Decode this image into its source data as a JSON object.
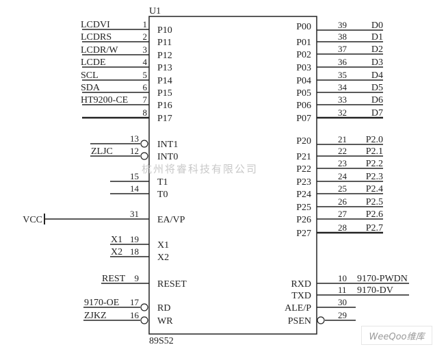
{
  "chip": {
    "ref": "U1",
    "part": "89S52"
  },
  "left_top_pins": [
    {
      "name": "P10",
      "num": "1",
      "net": "LCDVI"
    },
    {
      "name": "P11",
      "num": "2",
      "net": "LCDRS"
    },
    {
      "name": "P12",
      "num": "3",
      "net": "LCDR/W"
    },
    {
      "name": "P13",
      "num": "4",
      "net": "LCDE"
    },
    {
      "name": "P14",
      "num": "5",
      "net": "SCL"
    },
    {
      "name": "P15",
      "num": "6",
      "net": "SDA"
    },
    {
      "name": "P16",
      "num": "7",
      "net": "HT9200-CE"
    },
    {
      "name": "P17",
      "num": "8",
      "net": ""
    }
  ],
  "left_bottom_pins": [
    {
      "name": "INT1",
      "num": "13",
      "net": "",
      "inverted": true
    },
    {
      "name": "INT0",
      "num": "12",
      "net": "ZLJC",
      "inverted": true
    },
    {
      "name": "T1",
      "num": "15",
      "net": ""
    },
    {
      "name": "T0",
      "num": "14",
      "net": ""
    },
    {
      "name": "EA/VP",
      "num": "31",
      "net": "VCC"
    },
    {
      "name": "X1",
      "num": "19",
      "net": "X1"
    },
    {
      "name": "X2",
      "num": "18",
      "net": "X2"
    },
    {
      "name": "RESET",
      "num": "9",
      "net": "REST"
    },
    {
      "name": "RD",
      "num": "17",
      "net": "9170-OE",
      "inverted": true
    },
    {
      "name": "WR",
      "num": "16",
      "net": "ZJKZ",
      "inverted": true
    }
  ],
  "right_port0": [
    {
      "name": "P00",
      "num": "39",
      "net": "D0"
    },
    {
      "name": "P01",
      "num": "38",
      "net": "D1"
    },
    {
      "name": "P02",
      "num": "37",
      "net": "D2"
    },
    {
      "name": "P03",
      "num": "36",
      "net": "D3"
    },
    {
      "name": "P04",
      "num": "35",
      "net": "D4"
    },
    {
      "name": "P05",
      "num": "34",
      "net": "D5"
    },
    {
      "name": "P06",
      "num": "33",
      "net": "D6"
    },
    {
      "name": "P07",
      "num": "32",
      "net": "D7"
    }
  ],
  "right_port2": [
    {
      "name": "P20",
      "num": "21",
      "net": "P2.0"
    },
    {
      "name": "P21",
      "num": "22",
      "net": "P2.1"
    },
    {
      "name": "P22",
      "num": "23",
      "net": "P2.2"
    },
    {
      "name": "P23",
      "num": "24",
      "net": "P2.3"
    },
    {
      "name": "P24",
      "num": "25",
      "net": "P2.4"
    },
    {
      "name": "P25",
      "num": "26",
      "net": "P2.5"
    },
    {
      "name": "P26",
      "num": "27",
      "net": "P2.6"
    },
    {
      "name": "P27",
      "num": "28",
      "net": "P2.7"
    }
  ],
  "right_bottom_pins": [
    {
      "name": "RXD",
      "num": "10",
      "net": "9170-PWDN"
    },
    {
      "name": "TXD",
      "num": "11",
      "net": "9170-DV"
    },
    {
      "name": "ALE/P",
      "num": "30",
      "net": ""
    },
    {
      "name": "PSEN",
      "num": "29",
      "net": "",
      "inverted": true
    }
  ],
  "watermark": "杭州将睿科技有限公司",
  "logo": "WeeQoo维库"
}
